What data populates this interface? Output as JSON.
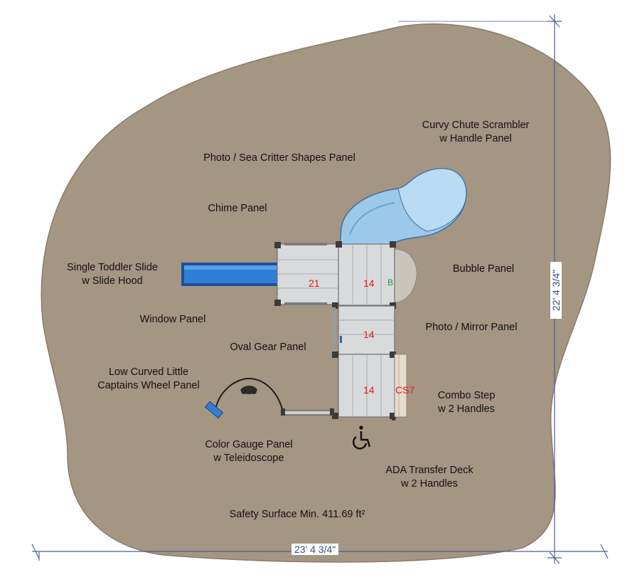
{
  "colors": {
    "surface": "#a59583",
    "surface_edge": "#8a7b6b",
    "deck": "#d9dadb",
    "slide": "#2f7fd6",
    "tube": "#9cc8ea",
    "dimension": "#4a5f96",
    "deck_number": "#e01b1b",
    "marker_green": "#1b9a3a"
  },
  "labels": {
    "curvy_chute": [
      "Curvy Chute Scrambler",
      "w Handle Panel"
    ],
    "photo_sea_critter": [
      "Photo / Sea Critter Shapes Panel"
    ],
    "chime_panel": [
      "Chime Panel"
    ],
    "single_toddler_slide": [
      "Single Toddler Slide",
      "w Slide Hood"
    ],
    "bubble_panel": [
      "Bubble Panel"
    ],
    "window_panel": [
      "Window Panel"
    ],
    "photo_mirror": [
      "Photo / Mirror Panel"
    ],
    "oval_gear": [
      "Oval Gear Panel"
    ],
    "captains_wheel": [
      "Low Curved Little",
      "Captains Wheel Panel"
    ],
    "combo_step": [
      "Combo Step",
      "w 2 Handles"
    ],
    "color_gauge": [
      "Color Gauge Panel",
      "w Teleidoscope"
    ],
    "ada_transfer": [
      "ADA Transfer Deck",
      "w 2 Handles"
    ],
    "safety_surface": [
      "Safety Surface Min. 411.69 ft²"
    ]
  },
  "deck_numbers": {
    "deck_left": "21",
    "deck_top_right": "14",
    "deck_middle": "14",
    "deck_bottom": "14",
    "combo_step": "CS7",
    "marker": "B"
  },
  "dimensions": {
    "width": "23' 4 3/4\"",
    "height": "22' 4 3/4\""
  },
  "icons": {
    "accessibility": "wheelchair-icon"
  }
}
